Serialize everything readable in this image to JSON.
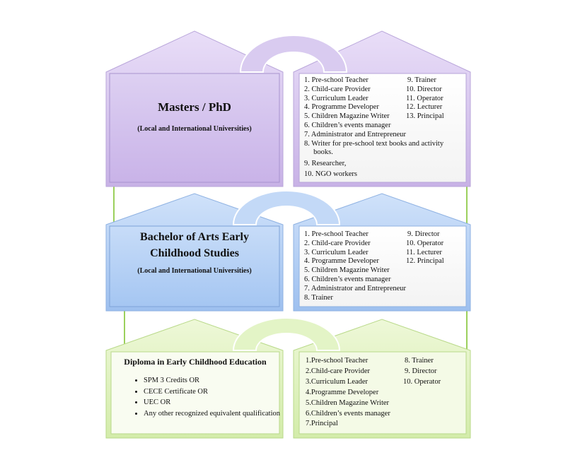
{
  "colors": {
    "purple": "#d7c6ef",
    "blue": "#a9c8f2",
    "green": "#dbf0b3",
    "connector": "#9bd05c"
  },
  "masters": {
    "title": "Masters / PhD",
    "subtitle": "(Local and International Universities)",
    "careers_left": [
      "1.  Pre-school Teacher",
      "2.  Child-care Provider",
      "3.  Curriculum Leader",
      "4.  Programme Developer",
      "5.  Children Magazine Writer",
      "6.  Children’s events manager",
      "7.  Administrator and Entrepreneur",
      "8.  Writer for pre-school text books and activity",
      "     books.",
      "9.  Researcher,",
      "10. NGO workers"
    ],
    "careers_right": [
      "9. Trainer",
      "10. Director",
      "11. Operator",
      "12. Lecturer",
      "13. Principal"
    ]
  },
  "bachelor": {
    "title_line1": "Bachelor of Arts Early",
    "title_line2": "Childhood Studies",
    "subtitle": "(Local and International Universities)",
    "careers_left": [
      "1.  Pre-school Teacher",
      "2.  Child-care Provider",
      "3.  Curriculum Leader",
      "4.  Programme Developer",
      "5.  Children Magazine Writer",
      "6.  Children’s events manager",
      "7.  Administrator and Entrepreneur",
      "8.  Trainer"
    ],
    "careers_right": [
      "9. Director",
      "10. Operator",
      "11. Lecturer",
      "12. Principal"
    ]
  },
  "diploma": {
    "title": "Diploma in Early Childhood Education",
    "requirements": [
      "SPM 3 Credits OR",
      "CECE Certificate OR",
      "UEC OR",
      "Any other recognized equivalent qualification"
    ],
    "careers_left": [
      "1.Pre-school Teacher",
      "2.Child-care Provider",
      "3.Curriculum Leader",
      "4.Programme Developer",
      "5.Children Magazine Writer",
      "6.Children’s events manager",
      "7.Principal"
    ],
    "careers_right": [
      "8. Trainer",
      "9. Director",
      "10. Operator"
    ]
  }
}
